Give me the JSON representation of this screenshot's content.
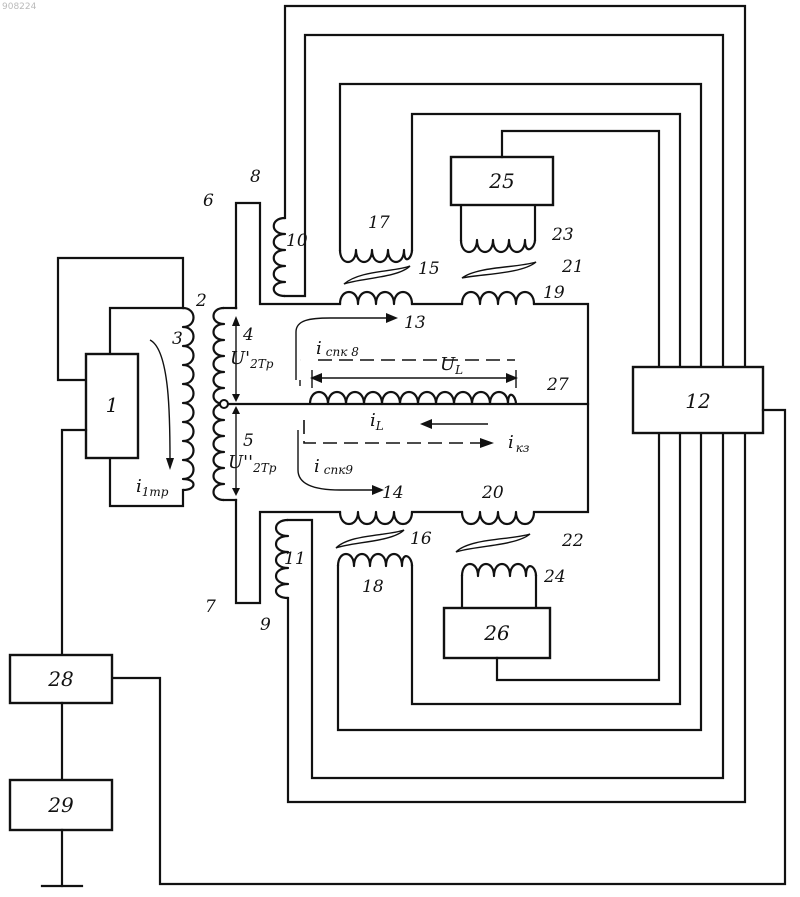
{
  "blocks": {
    "b1": "1",
    "b12": "12",
    "b25": "25",
    "b26": "26",
    "b28": "28",
    "b29": "29"
  },
  "labels": {
    "n2": "2",
    "n3": "3",
    "n4": "4",
    "n5": "5",
    "n6": "6",
    "n7": "7",
    "n8": "8",
    "n9": "9",
    "n10": "10",
    "n11": "11",
    "n13": "13",
    "n14": "14",
    "n15": "15",
    "n16": "16",
    "n17": "17",
    "n18": "18",
    "n19": "19",
    "n20": "20",
    "n21": "21",
    "n22": "22",
    "n23": "23",
    "n24": "24",
    "n27": "27"
  },
  "symbols": {
    "u2tp_top": "U'",
    "u2tp_top_sub": "2Тр",
    "u2tp_bot": "U''",
    "u2tp_bot_sub": "2Тр",
    "i1tp": "i",
    "i1tp_sub": "1тр",
    "ispk8": "i",
    "ispk8_sub": "спк 8",
    "ispk9": "i",
    "ispk9_sub": "спк9",
    "uL": "U",
    "uL_sub": "L",
    "iL": "i",
    "iL_sub": "L",
    "ikz": "i",
    "ikz_sub": "кз"
  },
  "watermark": "908224"
}
